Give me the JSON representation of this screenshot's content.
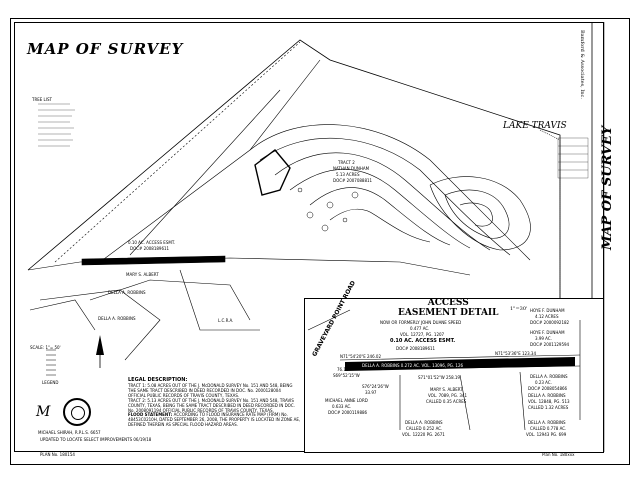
{
  "title": "MAP OF SURVEY",
  "side_title": "MAP OF SURVEY",
  "lake_label": "LAKE TRAVIS",
  "road_label": "GRAVEYARD POINT ROAD",
  "detail": {
    "title_line1": "ACCESS",
    "title_line2": "EASEMENT DETAIL",
    "scale": "1\"=30'",
    "easement_label": "0.10 AC. ACCESS ESMT.",
    "easement_doc": "DOC# 2008189611",
    "owner_top": "NOW OR FORMERLY JOHN DUANE SPEED",
    "owner_top_ac": "0.477 AC.",
    "owner_top_vol": "VOL. 12727, PG. 1207",
    "bearing_left": "N71°54'20\"E 246.02",
    "bearing_right": "N71°53'36\"E 123.34",
    "bearing_mid": "S71°01'52\"W 258.19",
    "della_label": "DELLA A. ROBBINS 0.272 AC. VOL. 13096, PG. 126",
    "mary_label": "MARY S. ALBERT",
    "mary_vol": "VOL. 7089, PG. 341",
    "mary_ac": "CALLED 0.35 ACRES",
    "michael_label": "MICHAEL ANNE LORD",
    "michael_ac": "0.633 AC.",
    "michael_doc": "DOC# 2000119886",
    "della_bottom": "DELLA A. ROBBINS",
    "della_bottom_ac": "CALLED 0.252 AC.",
    "della_bottom_vol": "VOL. 12220 PG. 2671",
    "hoyt_top": "HOYE F. DUNHAM",
    "hoyt_top_ac": "4.12 ACRES",
    "hoyt_top_doc": "DOC# 2000092182",
    "hoyt_mid": "HOYE F. DUNHAM",
    "hoyt_mid_ac": "3.99 AC.",
    "hoyt_mid_doc": "DOC# 2001129594",
    "della_right": "DELLA A. ROBBINS",
    "della_right_ac": "0.23 AC.",
    "della_right_doc": "DOC# 2008054866",
    "della_right2": "DELLA A. ROBBINS",
    "della_right2_vol": "VOL. 12848, PG. 513",
    "della_right2_ac": "CALLED 1.32 ACRES",
    "della_right3": "DELLA A. ROBBINS",
    "della_right3_ac": "CALLED 0.778 AC.",
    "della_right3_vol": "VOL. 12943 PG. 699",
    "dim_1": "76.14",
    "dim_2": "S69°52'15\"W",
    "dim_3": "S76°24'26\"W",
    "dim_4": "33.97"
  },
  "main_labels": {
    "tract": "TRACT 2",
    "tract_owner": "NATHAN DUNHAM",
    "tract_ac": "5.13 ACRES",
    "tract_doc": "DOC# 2007088811",
    "access_esmt": "0.10 AC. ACCESS ESMT.",
    "access_doc": "DOC# 2008189611",
    "mary": "MARY S. ALBERT",
    "della": "DELLA A. ROBBINS",
    "della2": "DELLA A. ROBBINS",
    "lcra": "L.C.R.A.",
    "tree_list": "TREE LIST",
    "legend": "LEGEND",
    "scale": "SCALE: 1\"= 50'"
  },
  "legal": {
    "heading": "LEGAL DESCRIPTION:",
    "text": "TRACT 1: 5.08 ACRES OUT OF THE J. McDONALD SURVEY No. 151 AND 548, BEING THE SAME TRACT DESCRIBED IN DEED RECORDED IN DOC. No. 2000128004 OFFICIAL PUBLIC RECORDS OF TRAVIS COUNTY, TEXAS.",
    "text2": "TRACT 2: 5.13 ACRES OUT OF THE J. McDONALD SURVEY No. 151 AND 548, TRAVIS COUNTY, TEXAS, BEING THE SAME TRACT DESCRIBED IN DEED RECORDED IN DOC. No. 2008091194 OFFICIAL PUBLIC RECORDS OF TRAVIS COUNTY, TEXAS.",
    "flood_heading": "FLOOD STATEMENT:",
    "flood_text": "ACCORDING TO FLOOD INSURANCE RATE MAP (FIRM) No. 48453C0210H, DATED SEPTEMBER 26, 2008, THE PROPERTY IS LOCATED IN ZONE AE, DEFINED THEREIN AS SPECIAL FLOOD HAZARD AREAS."
  },
  "updated": "UPDATED TO LOCATE SELECT IMPROVEMENTS 06/19/18",
  "plan_no": "PLAN No. 180154",
  "surveyor": "MICHAEL SHIRAH, R.P.L.S. 6657",
  "firm": "Bamford & Associates, Inc.",
  "sheet": "Plan No. 180xxx"
}
